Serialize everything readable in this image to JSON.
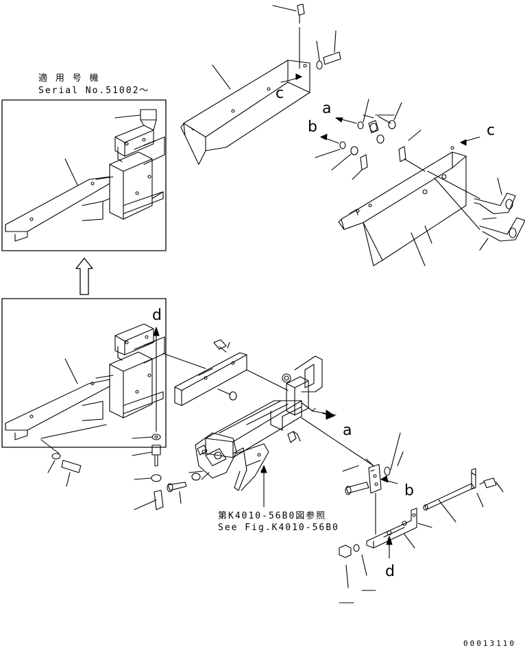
{
  "serial_note": {
    "line1": "適 用 号 機",
    "line2": "Serial No.51002～"
  },
  "reference_note": {
    "line1": "第K4010-56B0図参照",
    "line2": "See Fig.K4010-56B0"
  },
  "callouts": {
    "a_upper": "a",
    "b_upper": "b",
    "c_upper": "c",
    "c_right": "c",
    "d_upper": "d",
    "a_lower": "a",
    "b_lower": "b",
    "d_lower": "d"
  },
  "drawing_number": "00013110"
}
